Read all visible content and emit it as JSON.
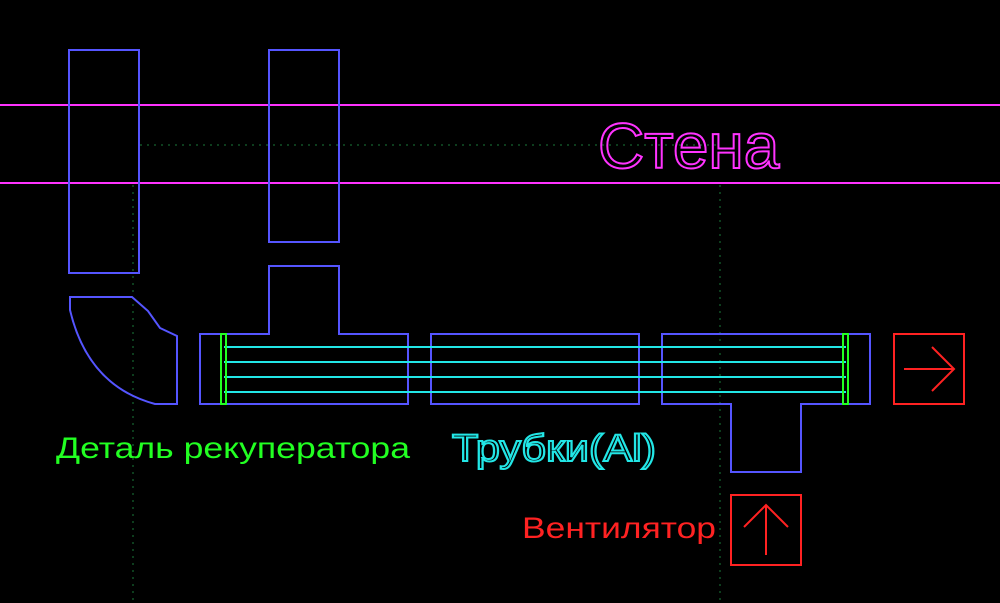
{
  "labels": {
    "wall": "Стена",
    "recuperator_detail": "Деталь рекуператора",
    "tubes": "Трубки(Al)",
    "fan": "Вентилятор"
  },
  "icons": {
    "outlet_arrow": "arrow-right-icon",
    "fan_arrow": "arrow-up-icon"
  },
  "colors": {
    "background": "#000000",
    "wall": "#ff33ff",
    "duct": "#5555ff",
    "recuperator": "#22ff22",
    "tubes": "#22e6e6",
    "fan": "#ff2222",
    "guide": "#1a7a3a"
  }
}
